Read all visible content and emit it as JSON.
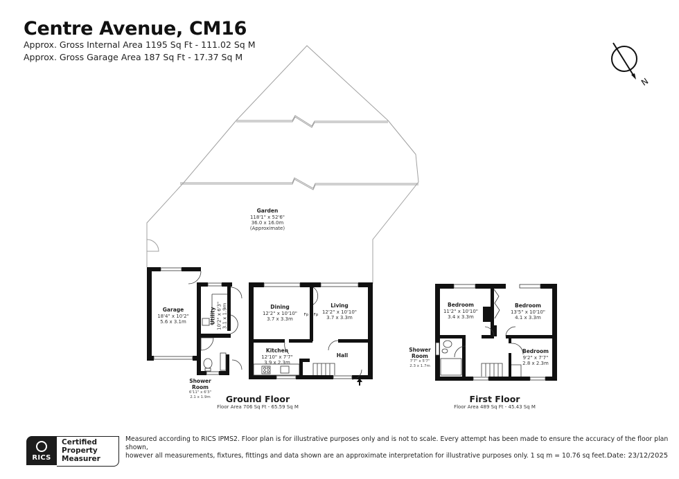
{
  "header": {
    "title": "Centre Avenue, CM16",
    "internal_area": "Approx. Gross Internal Area 1195 Sq Ft - 111.02 Sq M",
    "garage_area": "Approx. Gross Garage Area 187 Sq Ft - 17.37 Sq M"
  },
  "compass": {
    "icon": "north-arrow-icon",
    "label": "N"
  },
  "garden": {
    "name": "Garden",
    "dim_imperial": "118'1\" x 52'6\"",
    "dim_metric": "36.0 x 16.0m",
    "note": "(Approximate)"
  },
  "ground_floor": {
    "name": "Ground Floor",
    "area": "Floor Area 706 Sq Ft - 65.59 Sq M",
    "rooms": [
      {
        "name": "Garage",
        "dim_imperial": "18'4\" x 10'2\"",
        "dim_metric": "5.6 x 3.1m"
      },
      {
        "name": "Utility",
        "dim_imperial": "10'2\" x 6'3\"",
        "dim_metric": "3.1 x 1.9m"
      },
      {
        "name": "Shower Room",
        "name_line1": "Shower",
        "name_line2": "Room",
        "dim_imperial": "6'11\" x 6'3\"",
        "dim_metric": "2.1 x 1.9m"
      },
      {
        "name": "Dining",
        "dim_imperial": "12'2\" x 10'10\"",
        "dim_metric": "3.7 x 3.3m"
      },
      {
        "name": "Living",
        "dim_imperial": "12'2\" x 10'10\"",
        "dim_metric": "3.7 x 3.3m"
      },
      {
        "name": "Kitchen",
        "dim_imperial": "12'10\" x 7'7\"",
        "dim_metric": "3.9 x 2.3m"
      },
      {
        "name": "Hall"
      }
    ],
    "fireplace_label": "Fp"
  },
  "first_floor": {
    "name": "First Floor",
    "area": "Floor Area 489 Sq Ft - 45.43 Sq M",
    "rooms": [
      {
        "name": "Bedroom",
        "dim_imperial": "11'2\" x 10'10\"",
        "dim_metric": "3.4 x 3.3m"
      },
      {
        "name": "Bedroom",
        "dim_imperial": "13'5\" x 10'10\"",
        "dim_metric": "4.1 x 3.3m"
      },
      {
        "name": "Bedroom",
        "dim_imperial": "9'2\" x 7'7\"",
        "dim_metric": "2.8 x 2.3m"
      },
      {
        "name": "Shower Room",
        "name_line1": "Shower",
        "name_line2": "Room",
        "dim_imperial": "7'7\" x 5'7\"",
        "dim_metric": "2.3 x 1.7m"
      }
    ]
  },
  "footer": {
    "badge": {
      "org": "RICS",
      "line1": "Certified",
      "line2": "Property",
      "line3": "Measurer"
    },
    "disclaimer_line1": "Measured according to RICS IPMS2. Floor plan is for illustrative purposes only and is not to scale. Every attempt has been made to ensure the accuracy of the floor plan shown,",
    "disclaimer_line2": "however all measurements, fixtures, fittings and data shown are an approximate interpretation for illustrative purposes only. 1 sq m = 10.76 sq feet.",
    "date": "Date: 23/12/2025"
  },
  "colors": {
    "wall": "#111111",
    "garden_line": "#9a9a9a",
    "window": "#ffffff",
    "text": "#1a1a1a"
  }
}
